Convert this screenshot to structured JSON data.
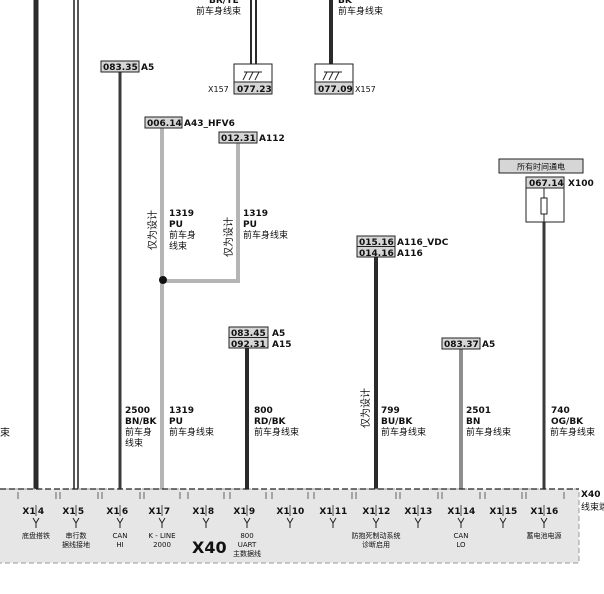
{
  "top_wires": {
    "left": {
      "color": "BR/YE",
      "harness": "前车身线束"
    },
    "right": {
      "color": "BK",
      "harness": "前车身线束"
    }
  },
  "grounds": [
    {
      "prefix": "X157",
      "code": "077.23"
    },
    {
      "code": "077.09",
      "suffix": "X157"
    }
  ],
  "refs": {
    "r083_35": {
      "code": "083.35",
      "name": "A5"
    },
    "r006_14": {
      "code": "006.14",
      "name": "A43_HFV6"
    },
    "r012_31": {
      "code": "012.31",
      "name": "A112"
    },
    "r015_16": {
      "code": "015.16",
      "name": "A116_VDC"
    },
    "r014_16": {
      "code": "014.16",
      "name": "A116"
    },
    "r083_45": {
      "code": "083.45",
      "name": "A5"
    },
    "r092_31": {
      "code": "092.31",
      "name": "A15"
    },
    "r083_37": {
      "code": "083.37",
      "name": "A5"
    },
    "r067_14": {
      "code": "067.14",
      "name": "X100"
    }
  },
  "power_label": "所有时间通电",
  "design_note": "仅为设计",
  "wires": {
    "w1319a": {
      "num": "1319",
      "color": "PU",
      "harness_1": "前车身",
      "harness_2": "线束"
    },
    "w1319b": {
      "num": "1319",
      "color": "PU",
      "harness_1": "前车身线束"
    },
    "w2500": {
      "num": "2500",
      "color": "BN/BK",
      "harness_1": "前车身",
      "harness_2": "线束"
    },
    "w1319c": {
      "num": "1319",
      "color": "PU",
      "harness_1": "前车身线束"
    },
    "w800": {
      "num": "800",
      "color": "RD/BK",
      "harness_1": "前车身线束"
    },
    "w799": {
      "num": "799",
      "color": "BU/BK",
      "harness_1": "前车身线束"
    },
    "w2501": {
      "num": "2501",
      "color": "BN",
      "harness_1": "前车身线束"
    },
    "w740": {
      "num": "740",
      "color": "OG/BK",
      "harness_1": "前车身线束"
    }
  },
  "left_edge_text": "束",
  "connector": {
    "name": "X40",
    "side_label": "X40",
    "side_sub": "线束端",
    "pins": [
      {
        "conn": "X1",
        "pin": "4",
        "func_1": "底盘搭铁",
        "func_2": ""
      },
      {
        "conn": "X1",
        "pin": "5",
        "func_1": "串行数",
        "func_2": "据线接地"
      },
      {
        "conn": "X1",
        "pin": "6",
        "func_1": "CAN",
        "func_2": "HI"
      },
      {
        "conn": "X1",
        "pin": "7",
        "func_1": "K - LINE",
        "func_2": "2000"
      },
      {
        "conn": "X1",
        "pin": "8",
        "func_1": "",
        "func_2": ""
      },
      {
        "conn": "X1",
        "pin": "9",
        "func_1": "800",
        "func_2": "UART",
        "func_3": "主数据线"
      },
      {
        "conn": "X1",
        "pin": "10",
        "func_1": "",
        "func_2": ""
      },
      {
        "conn": "X1",
        "pin": "11",
        "func_1": "",
        "func_2": ""
      },
      {
        "conn": "X1",
        "pin": "12",
        "func_1": "防抱死制动系统",
        "func_2": "诊断启用"
      },
      {
        "conn": "X1",
        "pin": "13",
        "func_1": "",
        "func_2": ""
      },
      {
        "conn": "X1",
        "pin": "14",
        "func_1": "CAN",
        "func_2": "LO"
      },
      {
        "conn": "X1",
        "pin": "15",
        "func_1": "",
        "func_2": ""
      },
      {
        "conn": "X1",
        "pin": "16",
        "func_1": "蓄电池电源",
        "func_2": ""
      }
    ]
  },
  "colors": {
    "wire_dark": "#2b2b2b",
    "wire_gray": "#b5b5b5",
    "box_fill": "#d6d6d6",
    "connector_fill": "#e6e6e6"
  }
}
